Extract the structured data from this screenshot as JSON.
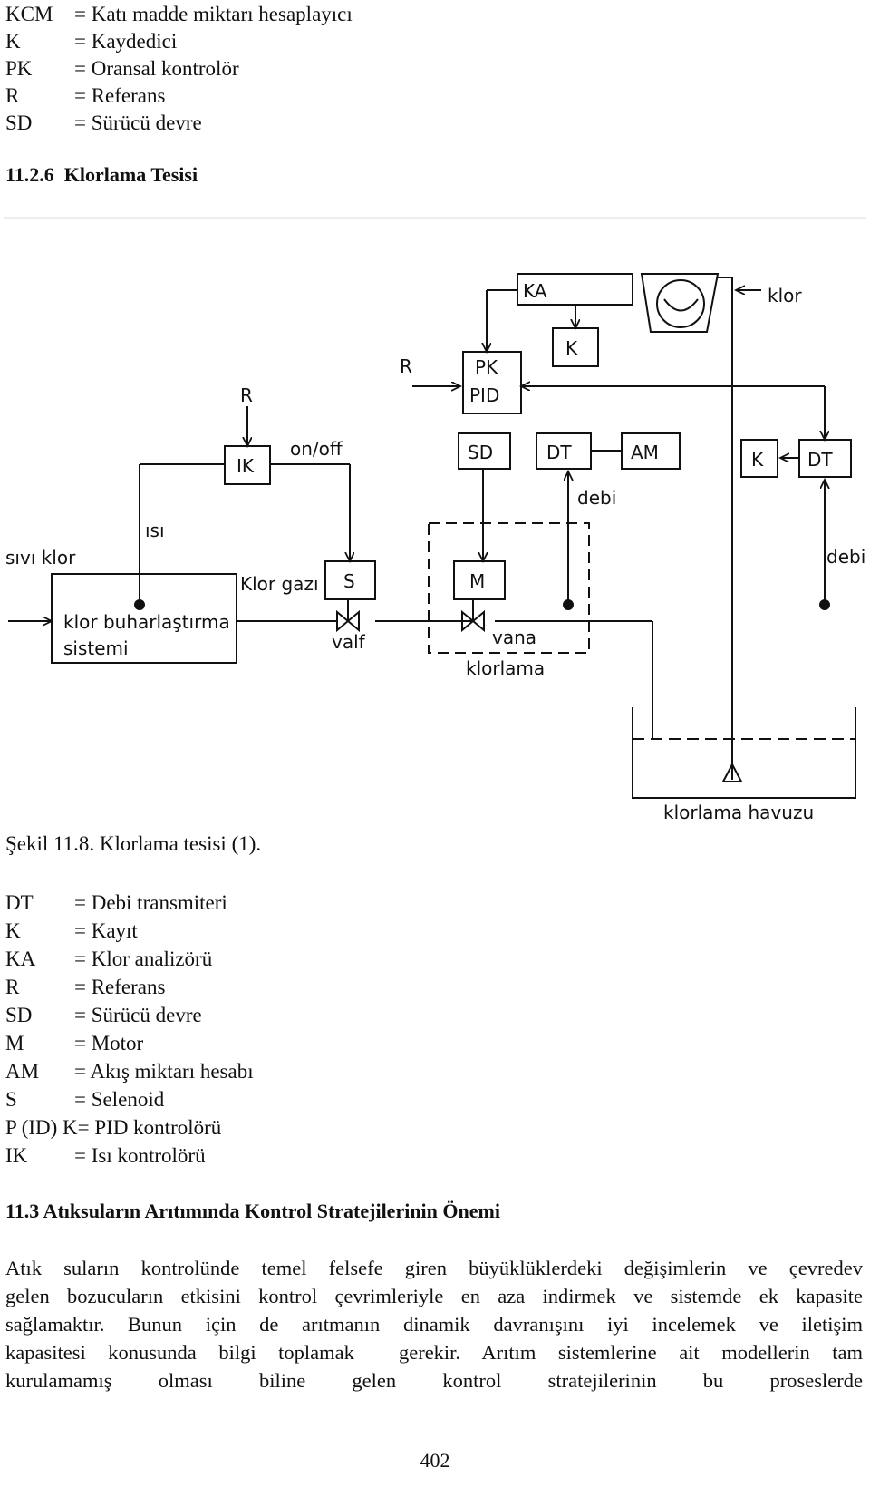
{
  "legend_top": [
    {
      "abbr": "KCM",
      "desc": "= Katı madde miktarı hesaplayıcı"
    },
    {
      "abbr": "K",
      "desc": "= Kaydedici"
    },
    {
      "abbr": "PK",
      "desc": "= Oransal kontrolör"
    },
    {
      "abbr": "R",
      "desc": "= Referans"
    },
    {
      "abbr": "SD",
      "desc": "= Sürücü devre"
    }
  ],
  "section_title_1": "11.2.6  Klorlama Tesisi",
  "diagram": {
    "ka": "KA",
    "k1": "K",
    "klor": "klor",
    "r1": "R",
    "pk": "PK",
    "pid": "PID",
    "r2": "R",
    "ik": "IK",
    "onoff": "on/off",
    "sd": "SD",
    "dt1": "DT",
    "am": "AM",
    "k2": "K",
    "dt2": "DT",
    "debi1": "debi",
    "isi": "ısı",
    "sivi_klor": "sıvı klor",
    "klor_gazi": "Klor gazı",
    "s": "S",
    "m": "M",
    "debi2": "debi",
    "evap1": "klor buharlaştırma",
    "evap2": "sistemi",
    "valf": "valf",
    "vana": "vana",
    "klorlama": "klorlama",
    "havuz": "klorlama havuzu"
  },
  "caption": "Şekil 11.8. Klorlama tesisi (1).",
  "legend_bottom": [
    {
      "abbr": "DT",
      "desc": "= Debi transmiteri"
    },
    {
      "abbr": "K",
      "desc": "= Kayıt"
    },
    {
      "abbr": "KA",
      "desc": "= Klor analizörü"
    },
    {
      "abbr": "R",
      "desc": "= Referans"
    },
    {
      "abbr": "SD",
      "desc": "= Sürücü devre"
    },
    {
      "abbr": "M",
      "desc": "= Motor"
    },
    {
      "abbr": "AM",
      "desc": "= Akış miktarı hesabı"
    },
    {
      "abbr": "S",
      "desc": "= Selenoid"
    },
    {
      "abbr": "P (ID) K",
      "desc": "= PID kontrolörü"
    },
    {
      "abbr": "IK",
      "desc": "= Isı kontrolörü"
    }
  ],
  "section_title_2": "11.3 Atıksuların Arıtımında Kontrol Stratejilerinin Önemi",
  "paragraph_lines": [
    "Atık suların kontrolünde temel felsefe giren büyüklüklerdeki değişimlerin ve çevredev",
    "gelen bozucuların etkisini kontrol çevrimleriyle en aza indirmek ve sistemde ek kapasite",
    "sağlamaktır. Bunun için de arıtmanın dinamik davranışını iyi incelemek ve iletişim",
    "kapasitesi konusunda bilgi toplamak  gerekir. Arıtım sistemlerine ait modellerin tam",
    "kurulamamış olması biline gelen kontrol stratejilerinin bu proseslerde"
  ],
  "page_number": "402"
}
